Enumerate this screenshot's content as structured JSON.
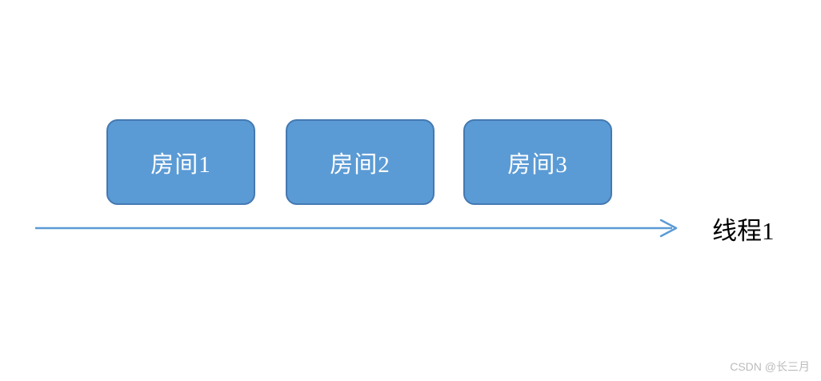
{
  "diagram": {
    "boxes": [
      {
        "id": "room-1",
        "label": "房间1"
      },
      {
        "id": "room-2",
        "label": "房间2"
      },
      {
        "id": "room-3",
        "label": "房间3"
      }
    ],
    "arrow": {
      "label": "线程1",
      "direction": "right"
    },
    "colors": {
      "box_fill": "#5B9BD5",
      "box_border": "#4479B2",
      "box_text": "#FFFFFF",
      "arrow": "#5B9BD5",
      "label_text": "#000000",
      "watermark_text": "#BBBBBB"
    }
  },
  "watermark": "CSDN @长三月"
}
